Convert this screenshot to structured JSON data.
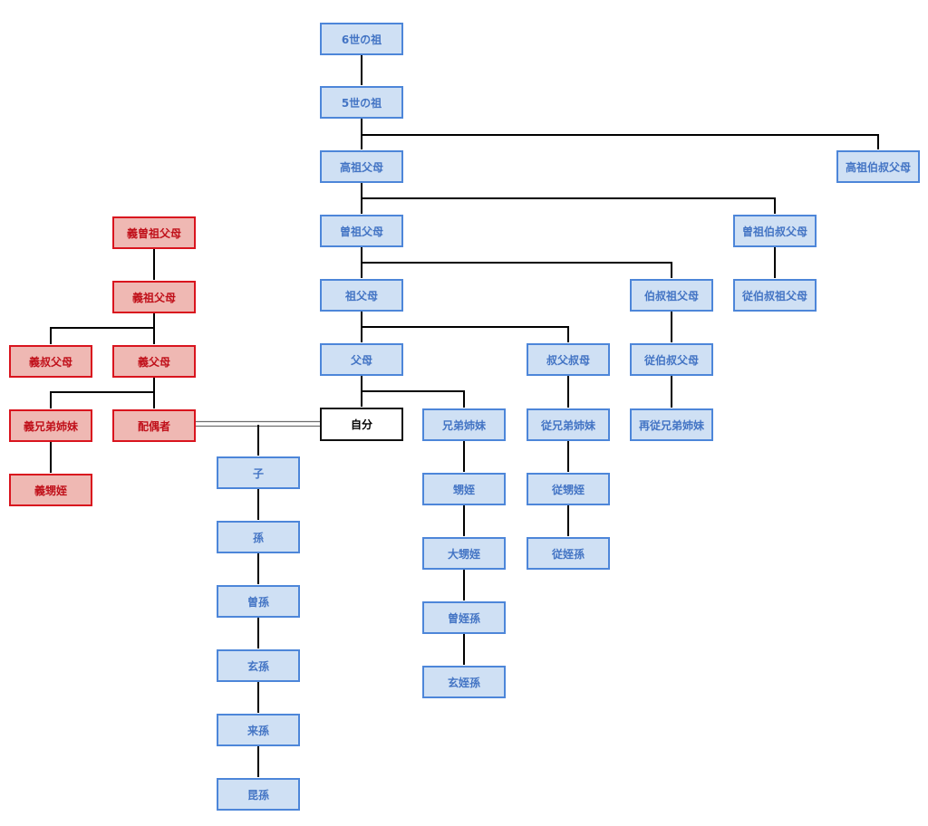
{
  "diagram": {
    "colors": {
      "blood_fill": "#cfe0f4",
      "blood_border": "#4d86d9",
      "blood_text": "#4374c4",
      "inlaw_fill": "#efb8b3",
      "inlaw_border": "#d9141e",
      "inlaw_text": "#c0101a",
      "self_border": "#111111",
      "line": "#000000"
    },
    "nodes": {
      "ancestor6": "6世の祖",
      "ancestor5": "5世の祖",
      "great_great_grandparents": "高祖父母",
      "great_grandparents": "曽祖父母",
      "grandparents": "祖父母",
      "parents": "父母",
      "self": "自分",
      "great_great_grand_uncles_aunts": "高祖伯叔父母",
      "great_grand_uncles_aunts": "曽祖伯叔父母",
      "cousin_great_grand_uncles_aunts": "従伯叔祖父母",
      "grand_uncles_aunts": "伯叔祖父母",
      "cousin_grand_uncles_aunts": "従伯叔父母",
      "second_cousins": "再従兄弟姉妹",
      "uncles_aunts": "叔父叔母",
      "cousins": "従兄弟姉妹",
      "cousin_nephews": "従甥姪",
      "cousin_grand_nephews": "従姪孫",
      "siblings": "兄弟姉妹",
      "nephews_nieces": "甥姪",
      "grand_nephews_nieces": "大甥姪",
      "great_grand_nephews_nieces": "曽姪孫",
      "great_great_grand_nephews_nieces": "玄姪孫",
      "child": "子",
      "grandchild": "孫",
      "great_grandchild": "曽孫",
      "great_great_grandchild": "玄孫",
      "gen5_grandchild": "来孫",
      "gen6_grandchild": "昆孫",
      "spouse_great_grandparents": "義曽祖父母",
      "spouse_grandparents": "義祖父母",
      "spouse_uncles_aunts": "義叔父母",
      "spouse_parents": "義父母",
      "spouse_siblings": "義兄弟姉妹",
      "spouse": "配偶者",
      "spouse_nephews_nieces": "義甥姪"
    }
  }
}
